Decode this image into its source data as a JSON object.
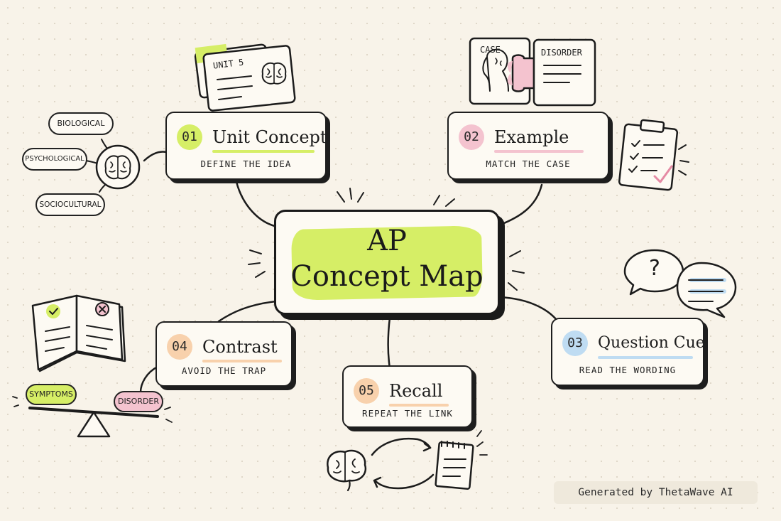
{
  "center": {
    "line1": "AP",
    "line2": "Concept Map",
    "highlight_color": "#d6ee66"
  },
  "nodes": [
    {
      "id": "unit-concept",
      "num": "01",
      "title": "Unit Concept",
      "subtitle": "DEFINE THE IDEA",
      "accent": "#d6ee66"
    },
    {
      "id": "example",
      "num": "02",
      "title": "Example",
      "subtitle": "MATCH THE CASE",
      "accent": "#f4c3cf"
    },
    {
      "id": "question-cue",
      "num": "03",
      "title": "Question Cue",
      "subtitle": "READ THE WORDING",
      "accent": "#bfdcf2"
    },
    {
      "id": "contrast",
      "num": "04",
      "title": "Contrast",
      "subtitle": "AVOID THE TRAP",
      "accent": "#f8d1ac"
    },
    {
      "id": "recall",
      "num": "05",
      "title": "Recall",
      "subtitle": "REPEAT THE LINK",
      "accent": "#f8d1ac"
    }
  ],
  "flashcard": {
    "label": "UNIT 5"
  },
  "perspectives": [
    {
      "label": "BIOLOGICAL",
      "accent": "#d6ee66"
    },
    {
      "label": "PSYCHOLOGICAL",
      "accent": "#f4c3cf"
    },
    {
      "label": "SOCIOCULTURAL",
      "accent": "#bfdcf2"
    }
  ],
  "puzzle": {
    "left_label": "CASE",
    "right_label": "DISORDER"
  },
  "question_bubble": {
    "mark": "?"
  },
  "balance": {
    "left_label": "SYMPTOMS",
    "right_label": "DISORDER",
    "left_color": "#d6ee66",
    "right_color": "#f4c3cf"
  },
  "credit": "Generated by ThetaWave AI",
  "icons": [
    "brain-icon",
    "flashcard-icon",
    "puzzle-icon",
    "clipboard-checklist-icon",
    "speech-bubble-icon",
    "open-book-icon",
    "balance-scale-icon",
    "notepad-icon",
    "cycle-arrows-icon"
  ]
}
